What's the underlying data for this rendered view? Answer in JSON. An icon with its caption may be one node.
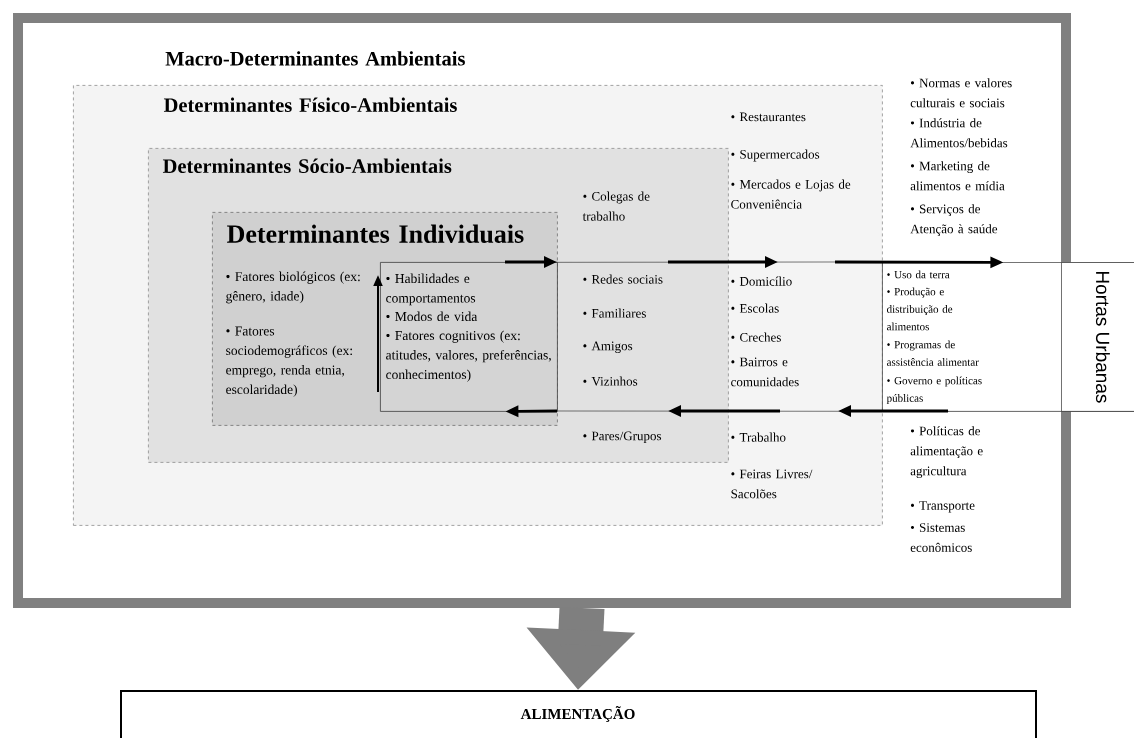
{
  "diagram": {
    "nodes": [
      {
        "text": [
          "Macro-Determinantes Ambientais",
          "• Normas e valores culturais e sociais",
          "• Indústria de Alimentos/bebidas",
          "• Marketing de alimentos e mídia",
          "• Serviços de Atenção à saúde",
          "• Políticas de alimentação e agricultura",
          "• Transporte",
          "• Sistemas econômicos"
        ]
      },
      {
        "text": [
          "Determinantes Físico-Ambientais",
          "• Restaurantes",
          "• Supermercados",
          "• Mercados e Lojas de Conveniência",
          "• Domicílio",
          "• Escolas",
          "• Creches",
          "• Bairros e comunidades",
          "• Trabalho",
          "• Feiras Livres/ Sacolões"
        ],
        "in": 0
      },
      {
        "text": [
          "Determinantes Sócio-Ambientais",
          "• Colegas de trabalho",
          "• Redes sociais",
          "• Familiares",
          "• Amigos",
          "• Vizinhos",
          "• Pares/Grupos"
        ],
        "in": 1
      },
      {
        "text": [
          "Determinantes Individuais",
          "• Fatores biológicos (ex: gênero, idade)",
          "• Fatores sociodemográficos (ex: emprego, renda etnia, escolaridade)"
        ],
        "in": 2
      },
      {
        "text": [
          "• Habilidades e comportamentos",
          "• Modos de vida",
          "• Fatores cognitivos (ex: atitudes, valores, preferências, conhecimentos)"
        ],
        "in": 3
      },
      {
        "text": [
          "• Uso da terra",
          "• Produção e distribuição de alimentos",
          "• Programas de assistência alimentar",
          "• Governo e políticas públicas"
        ]
      },
      {
        "text": [
          "Hortas Urbanas"
        ],
        "in": 5
      },
      {
        "text": [
          "ALIMENTAÇÃO"
        ]
      }
    ],
    "edges": [
      {
        "from": 4,
        "to": 5,
        "arrow": "to"
      },
      {
        "from": 5,
        "to": 4,
        "arrow": "to"
      },
      {
        "from": 0,
        "to": 7,
        "arrow": "to",
        "style": "thick",
        "color": "#7f7f7f"
      }
    ]
  }
}
